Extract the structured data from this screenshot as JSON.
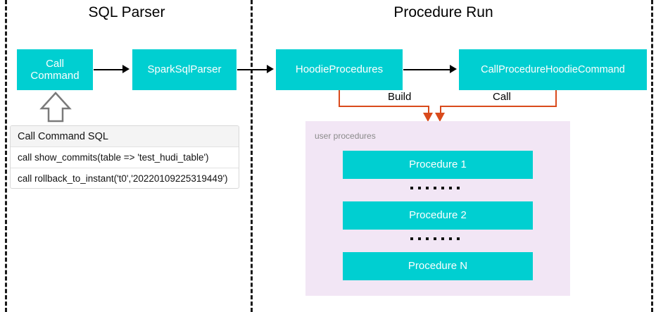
{
  "diagram": {
    "sections": [
      {
        "id": "sql-parser",
        "title": "SQL Parser"
      },
      {
        "id": "procedure-run",
        "title": "Procedure Run"
      }
    ],
    "nodes": [
      {
        "id": "call-command",
        "label": "Call\nCommand",
        "line1": "Call",
        "line2": "Command"
      },
      {
        "id": "spark-sql-parser",
        "label": "SparkSqlParser"
      },
      {
        "id": "hoodie-procedures",
        "label": "HoodieProcedures"
      },
      {
        "id": "call-procedure-hoodie-command",
        "label": "CallProcedureHoodieCommand"
      }
    ],
    "edge_labels": {
      "build": "Build",
      "call": "Call"
    },
    "sql_table": {
      "header": "Call Command SQL",
      "rows": [
        "call show_commits(table => 'test_hudi_table')",
        "call rollback_to_instant('t0','20220109225319449')"
      ]
    },
    "user_procedures": {
      "label": "user procedures",
      "items": [
        {
          "id": "procedure-1",
          "label": "Procedure 1"
        },
        {
          "id": "procedure-2",
          "label": "Procedure 2"
        },
        {
          "id": "procedure-n",
          "label": "Procedure N"
        }
      ],
      "separator": "......."
    },
    "colors": {
      "node_fill": "#00CFD1",
      "node_text": "#FFFFFF",
      "panel_fill": "#F2E6F5",
      "connector": "#D94A1C",
      "divider": "#1A1A1A",
      "arrow": "#000000",
      "panel_label": "#8A8A8A"
    }
  }
}
